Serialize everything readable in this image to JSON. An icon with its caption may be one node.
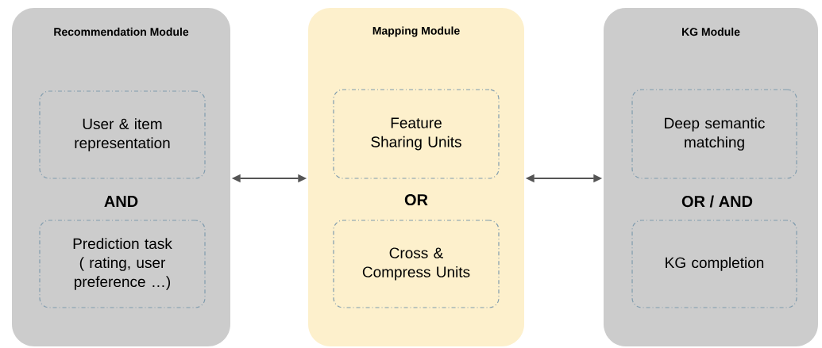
{
  "diagram": {
    "nodes": [
      {
        "text": [
          "Recommendation Module",
          "AND"
        ]
      },
      {
        "text": [
          "User & item representation"
        ],
        "in": 0
      },
      {
        "text": [
          "Prediction task ( rating,  user preference …)"
        ],
        "in": 0
      },
      {
        "text": [
          "Mapping  Module",
          "OR"
        ]
      },
      {
        "text": [
          "Feature Sharing Units"
        ],
        "in": 3
      },
      {
        "text": [
          "Cross & Compress Units"
        ],
        "in": 3
      },
      {
        "text": [
          "KG Module",
          "OR / AND"
        ]
      },
      {
        "text": [
          "Deep semantic matching"
        ],
        "in": 6
      },
      {
        "text": [
          "KG completion"
        ],
        "in": 6
      }
    ],
    "edges": [
      {
        "from": 0,
        "to": 3,
        "arrow": "both"
      },
      {
        "from": 3,
        "to": 6,
        "arrow": "both"
      }
    ]
  }
}
